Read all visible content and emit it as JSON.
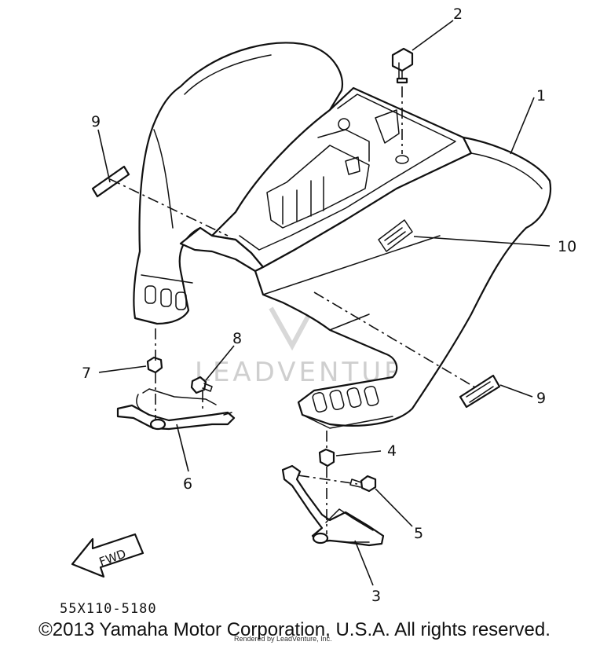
{
  "diagram": {
    "callouts": [
      {
        "id": "1",
        "label": "1"
      },
      {
        "id": "2",
        "label": "2"
      },
      {
        "id": "3",
        "label": "3"
      },
      {
        "id": "4",
        "label": "4"
      },
      {
        "id": "5",
        "label": "5"
      },
      {
        "id": "6",
        "label": "6"
      },
      {
        "id": "7",
        "label": "7"
      },
      {
        "id": "8",
        "label": "8"
      },
      {
        "id": "9a",
        "label": "9"
      },
      {
        "id": "9b",
        "label": "9"
      },
      {
        "id": "10",
        "label": "10"
      }
    ],
    "fwd_label": "FWD",
    "part_code": "55X110-5180",
    "watermark": "LEADVENTURE"
  },
  "footer": {
    "copyright": "©2013 Yamaha Motor Corporation, U.S.A. All rights reserved.",
    "credit": "Rendered by LeadVenture, Inc."
  },
  "colors": {
    "ink": "#111111",
    "background": "#ffffff",
    "watermark": "#cfcfcf"
  }
}
